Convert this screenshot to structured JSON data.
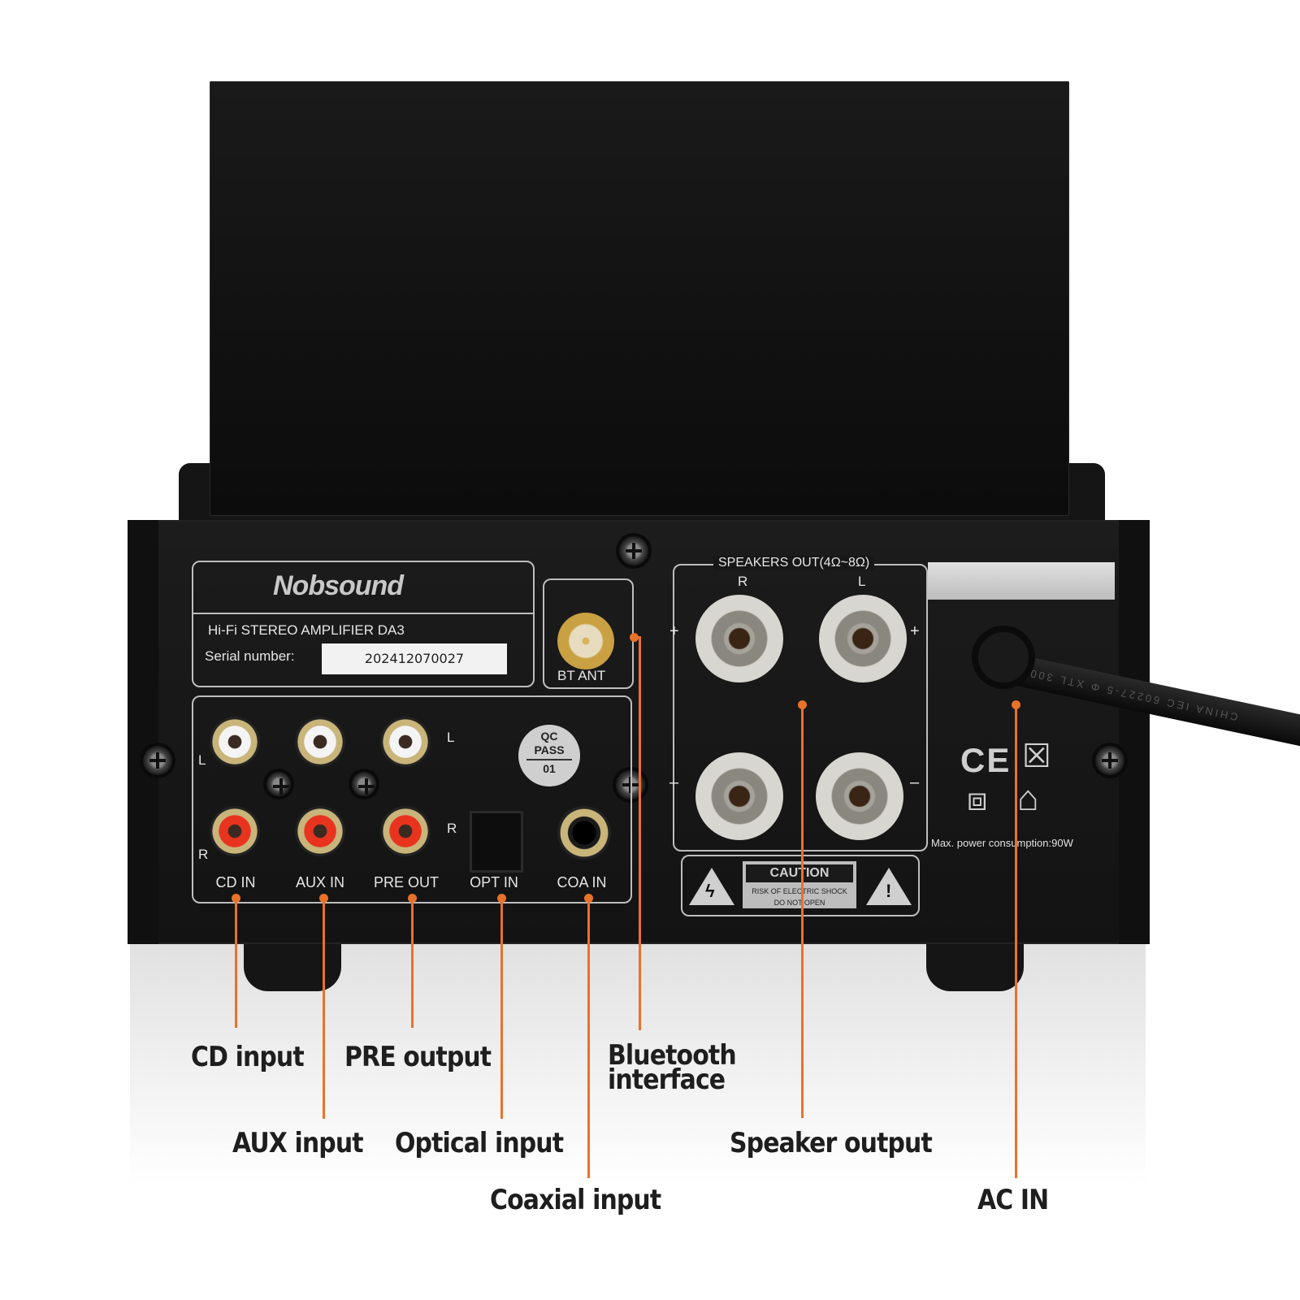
{
  "product": {
    "brand": "Nobsound",
    "model_line": "Hi-Fi  STEREO  AMPLIFIER  DA3",
    "serial_label": "Serial number:",
    "serial_value": "202412070027"
  },
  "panel": {
    "bt_antenna_label": "BT ANT",
    "qc_sticker": {
      "line1": "QC",
      "line2": "PASS",
      "line3": "01"
    },
    "channel_labels": {
      "left": "L",
      "right": "R"
    },
    "jacks": [
      {
        "id": "cd_in",
        "label": "CD IN"
      },
      {
        "id": "aux_in",
        "label": "AUX IN"
      },
      {
        "id": "pre_out",
        "label": "PRE OUT"
      },
      {
        "id": "opt_in",
        "label": "OPT IN"
      },
      {
        "id": "coa_in",
        "label": "COA IN"
      }
    ],
    "speakers": {
      "header": "SPEAKERS OUT(4Ω~8Ω)",
      "right": "R",
      "left": "L",
      "plus": "+",
      "minus": "–"
    },
    "caution": {
      "title": "CAUTION",
      "line1": "RISK OF ELECTRIC SHOCK",
      "line2": "DO NOT OPEN",
      "shock_symbol": "ϟ",
      "exclaim_symbol": "!"
    },
    "certifications": {
      "ce": "CE",
      "weee": "☒",
      "class2": "⧈",
      "indoor": "⌂"
    },
    "max_power": "Max. power consumption:90W",
    "cable_print": "CHINA IEC 60227-5 Φ XTL 300V"
  },
  "callouts": [
    {
      "id": "cd",
      "label": "CD input"
    },
    {
      "id": "pre",
      "label": "PRE output"
    },
    {
      "id": "bt",
      "label_line1": "Bluetooth",
      "label_line2": "interface"
    },
    {
      "id": "aux",
      "label": "AUX input"
    },
    {
      "id": "opt",
      "label": "Optical input"
    },
    {
      "id": "spk",
      "label": "Speaker output"
    },
    {
      "id": "coa",
      "label": "Coaxial input"
    },
    {
      "id": "ac",
      "label": "AC IN"
    }
  ],
  "colors": {
    "callout_line": "#e8722a",
    "chassis": "#161616",
    "text_dark": "#1e1e1e"
  }
}
